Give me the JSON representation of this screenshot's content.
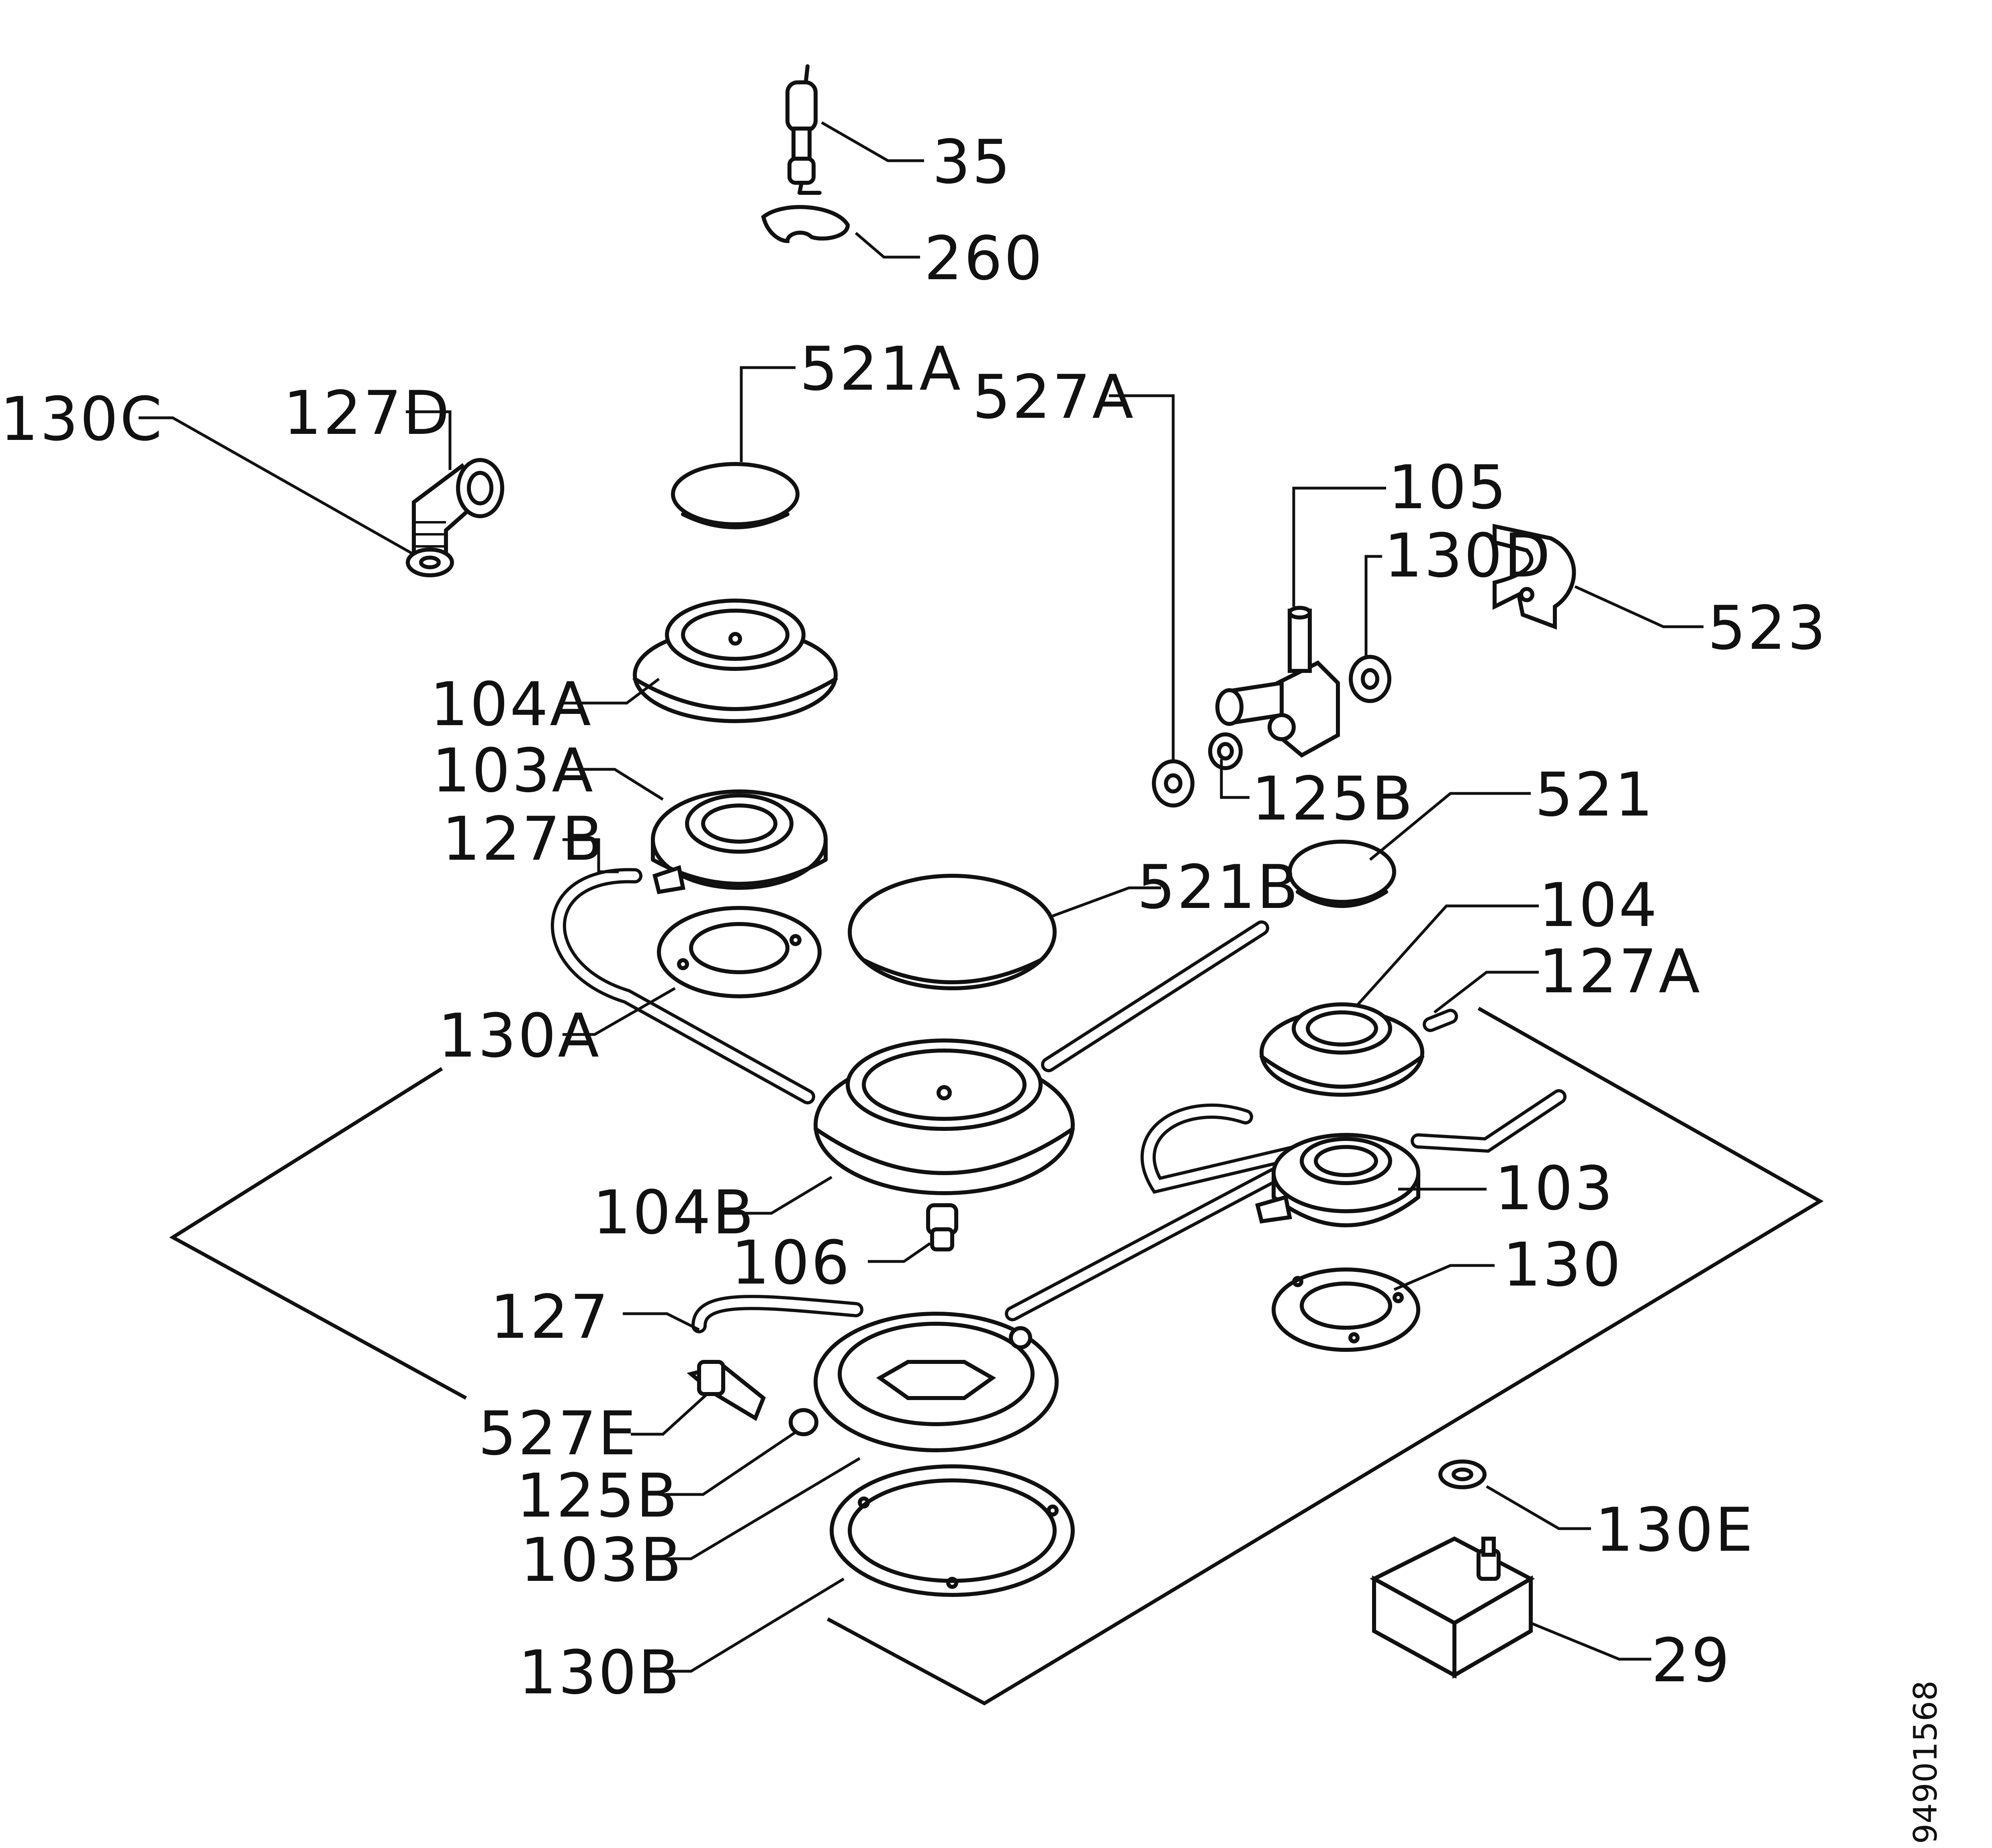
{
  "diagram": {
    "labels": {
      "l35": "35",
      "l260": "260",
      "l521A": "521A",
      "l527A": "527A",
      "l130C": "130C",
      "l127D": "127D",
      "l105": "105",
      "l130D": "130D",
      "l523": "523",
      "l104A": "104A",
      "l103A": "103A",
      "l127B": "127B",
      "l125B_top": "125B",
      "l521": "521",
      "l521B": "521B",
      "l104": "104",
      "l127A": "127A",
      "l130A": "130A",
      "l103": "103",
      "l104B": "104B",
      "l106": "106",
      "l130": "130",
      "l127": "127",
      "l527E": "527E",
      "l125B_bottom": "125B",
      "l103B": "103B",
      "l130E": "130E",
      "l130B": "130B",
      "l29": "29"
    },
    "document_number": "94901568"
  }
}
